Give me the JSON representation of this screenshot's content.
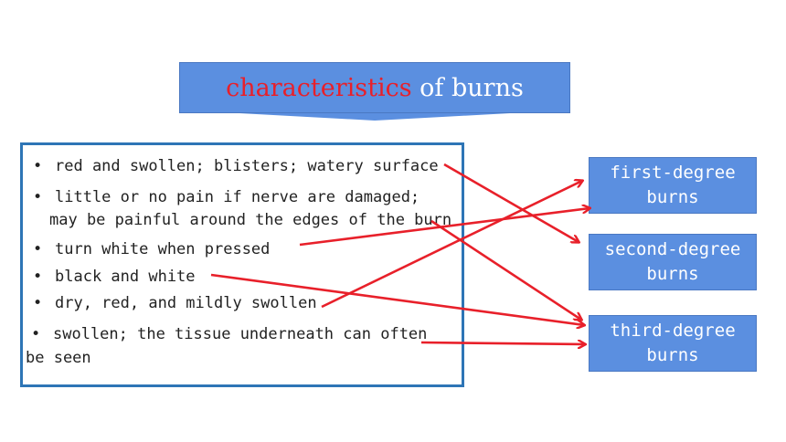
{
  "title": {
    "highlight": "characteristics",
    "rest": " of burns"
  },
  "characteristics": [
    {
      "bullet": "•",
      "text": "red and swollen; blisters; watery surface"
    },
    {
      "bullet": "•",
      "text": "little or no pain if nerve are damaged;"
    },
    {
      "bullet": "",
      "text": "may be painful around the edges of the burn"
    },
    {
      "bullet": "•",
      "text": "turn white when pressed"
    },
    {
      "bullet": "•",
      "text": "black and white"
    },
    {
      "bullet": "•",
      "text": "dry, red, and mildly swollen"
    },
    {
      "bullet": "•",
      "text": "swollen; the tissue underneath can often"
    },
    {
      "bullet": "",
      "text": "be seen"
    }
  ],
  "burn_types": [
    {
      "label": "first-degree burns"
    },
    {
      "label": "second-degree burns"
    },
    {
      "label": "third-degree burns"
    }
  ],
  "colors": {
    "accent": "#5b8fe0",
    "highlight": "#e8202a",
    "box_border": "#2e75b6",
    "arrow": "#e8202a"
  }
}
